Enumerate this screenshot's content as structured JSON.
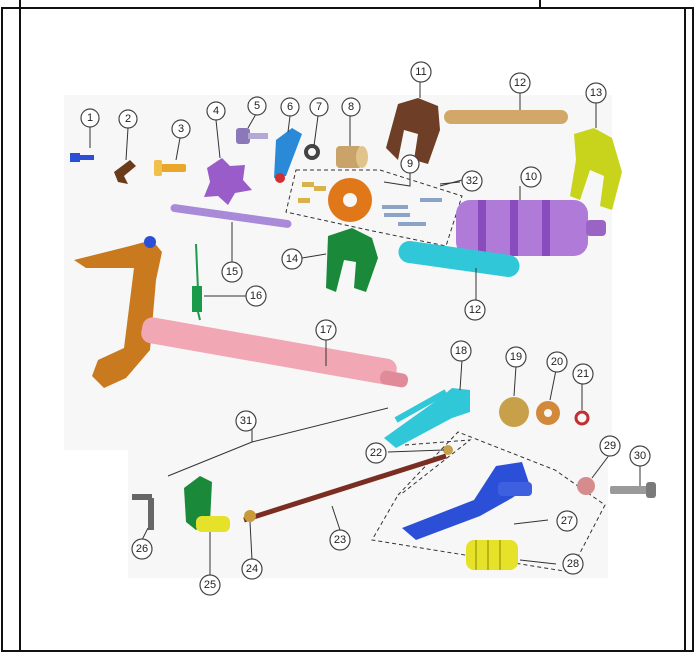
{
  "diagram": {
    "callouts": [
      {
        "id": "c1",
        "label": "1"
      },
      {
        "id": "c2",
        "label": "2"
      },
      {
        "id": "c3",
        "label": "3"
      },
      {
        "id": "c4",
        "label": "4"
      },
      {
        "id": "c5",
        "label": "5"
      },
      {
        "id": "c6",
        "label": "6"
      },
      {
        "id": "c7",
        "label": "7"
      },
      {
        "id": "c8",
        "label": "8"
      },
      {
        "id": "c9",
        "label": "9"
      },
      {
        "id": "c10",
        "label": "10"
      },
      {
        "id": "c11",
        "label": "11"
      },
      {
        "id": "c12a",
        "label": "12"
      },
      {
        "id": "c12b",
        "label": "12"
      },
      {
        "id": "c13",
        "label": "13"
      },
      {
        "id": "c14",
        "label": "14"
      },
      {
        "id": "c15",
        "label": "15"
      },
      {
        "id": "c16",
        "label": "16"
      },
      {
        "id": "c17",
        "label": "17"
      },
      {
        "id": "c18",
        "label": "18"
      },
      {
        "id": "c19",
        "label": "19"
      },
      {
        "id": "c20",
        "label": "20"
      },
      {
        "id": "c21",
        "label": "21"
      },
      {
        "id": "c22",
        "label": "22"
      },
      {
        "id": "c23",
        "label": "23"
      },
      {
        "id": "c24",
        "label": "24"
      },
      {
        "id": "c25",
        "label": "25"
      },
      {
        "id": "c26",
        "label": "26"
      },
      {
        "id": "c27",
        "label": "27"
      },
      {
        "id": "c28",
        "label": "28"
      },
      {
        "id": "c29",
        "label": "29"
      },
      {
        "id": "c30",
        "label": "30"
      },
      {
        "id": "c31",
        "label": "31"
      },
      {
        "id": "c32",
        "label": "32"
      }
    ],
    "colors": {
      "frame": "#111111",
      "orange_part": "#c97a1e",
      "pink_shaft": "#f2a7b4",
      "purple": "#a06bd0",
      "blue": "#2b4fd6",
      "cyan": "#30c7d8",
      "green": "#1a8a3a",
      "yellow_green": "#c8d41c",
      "brown": "#7a4a2a",
      "tan": "#d2a86a"
    }
  }
}
